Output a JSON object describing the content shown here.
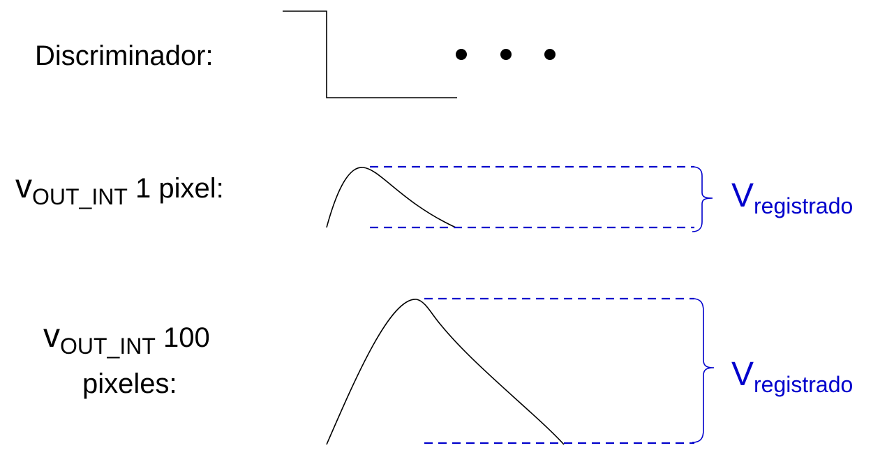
{
  "rows": {
    "discriminator": {
      "label": "Discriminador:",
      "ellipsis": "• • •"
    },
    "one_pixel": {
      "symbol": "v",
      "subscript": "OUT_INT",
      "suffix": " 1 pixel:"
    },
    "hundred_pixels": {
      "symbol": "v",
      "subscript": "OUT_INT",
      "suffix": " 100",
      "line2": "pixeles:"
    }
  },
  "annotations": {
    "registered_1": {
      "symbol": "V",
      "subscript": "registrado"
    },
    "registered_2": {
      "symbol": "V",
      "subscript": "registrado"
    }
  },
  "colors": {
    "ink": "#000000",
    "annotation": "#0000cc"
  }
}
